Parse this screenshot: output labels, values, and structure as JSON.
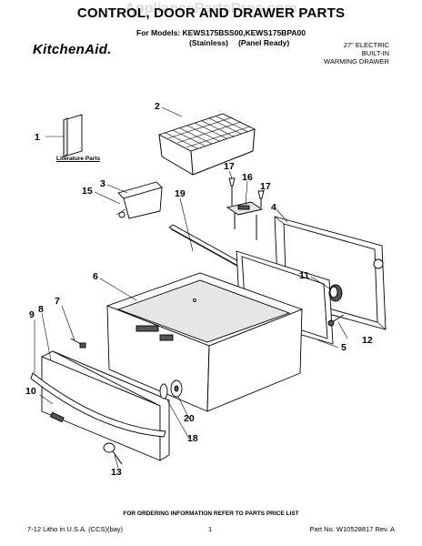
{
  "watermark": "AppliancePartsPros.com",
  "title": "CONTROL, DOOR AND DRAWER PARTS",
  "models_line": "For Models: KEWS175BSS00,KEWS175BPA00",
  "model_variants": [
    "(Stainless)",
    "(Panel Ready)"
  ],
  "brand_logo": "KitchenAid.",
  "product_desc": [
    "27\" ELECTRIC",
    "BUILT-IN",
    "WARMING DRAWER"
  ],
  "literature_label": "Literature Parts",
  "callouts": [
    "1",
    "2",
    "3",
    "4",
    "5",
    "6",
    "7",
    "8",
    "9",
    "10",
    "11",
    "12",
    "13",
    "15",
    "16",
    "17",
    "17",
    "18",
    "19",
    "20"
  ],
  "footnote": "FOR ORDERING INFORMATION REFER TO PARTS PRICE LIST",
  "footer": {
    "left": "7-12 Litho in U.S.A. (CCS)(bay)",
    "page": "1",
    "right": "Part No. W10528817 Rev. A"
  }
}
